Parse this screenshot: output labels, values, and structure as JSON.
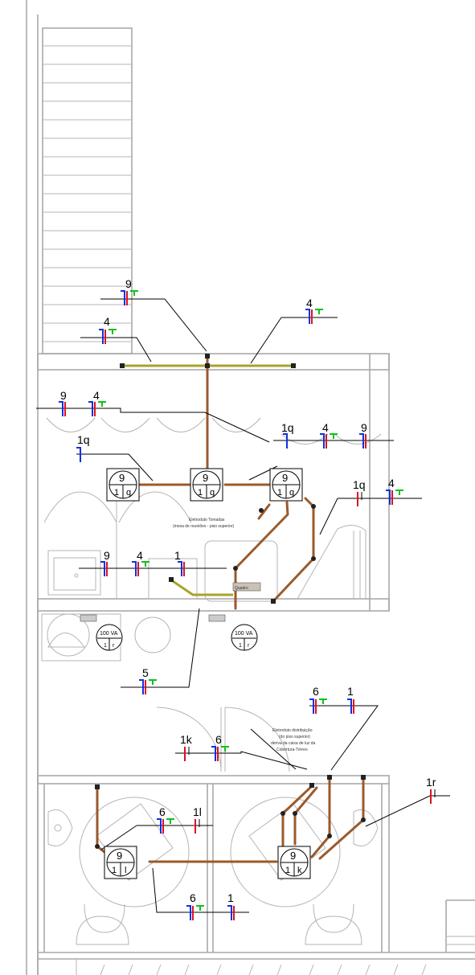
{
  "labels": {
    "l_9_top": "9",
    "l_4_top_right": "4",
    "l_4_top_left": "4",
    "l_9_mid_left": "9",
    "l_4_mid_left": "4",
    "l_1q_left": "1q",
    "l_1q_right": "1q",
    "l_4_right": "4",
    "l_9_right": "9",
    "l_1q_far": "1q",
    "l_4_far": "4",
    "l_9_desk": "9",
    "l_4_desk": "4",
    "l_1_desk": "1",
    "l_5": "5",
    "l_6_upper": "6",
    "l_1_upper": "1",
    "l_1k": "1k",
    "l_6_mid": "6",
    "l_6_bath": "6",
    "l_1l": "1l",
    "l_1r": "1r",
    "l_6_bottom": "6",
    "l_1_bottom": "1"
  },
  "circuits": [
    {
      "top": "9",
      "left": "1",
      "right": "q"
    },
    {
      "top": "9",
      "left": "1",
      "right": "q"
    },
    {
      "top": "9",
      "left": "1",
      "right": "q"
    },
    {
      "top": "9",
      "left": "1",
      "right": "l"
    },
    {
      "top": "9",
      "left": "1",
      "right": "k"
    }
  ],
  "panels": [
    {
      "va": "100 VA",
      "left": "1",
      "right": "r"
    },
    {
      "va": "100 VA",
      "left": "1",
      "right": "r"
    }
  ],
  "notes": {
    "tomadas_1": "Eletroduto Tomadas",
    "tomadas_2": "(mesa de reuniões - piso superior)",
    "dist_1": "Eletroduto distribuição",
    "dist_2": "(do piso superior)",
    "dist_3": "deriva da caixa de luz da",
    "dist_4": "Cobertura-Térreo",
    "box_label": "Quadro"
  },
  "colors": {
    "phase": "#1030e0",
    "neutral": "#e01020",
    "ground": "#10c020",
    "conduit": "#9a5a2c"
  }
}
